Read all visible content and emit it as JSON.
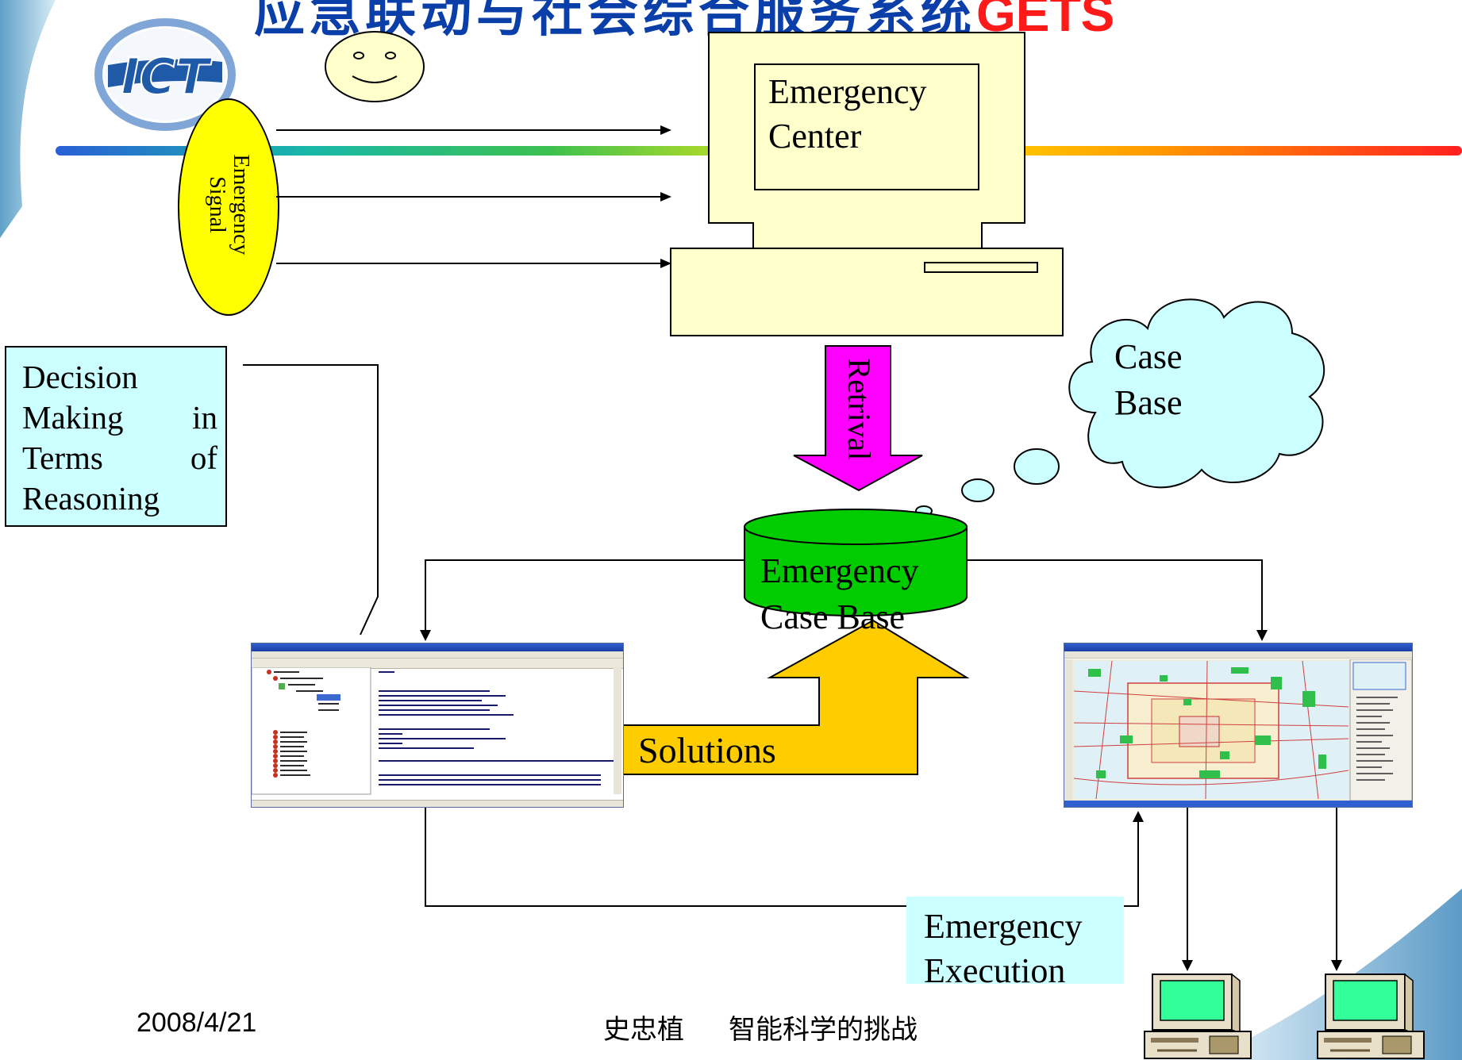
{
  "title": {
    "text": "应急联动与社会综合服务系统",
    "accent": "GETS"
  },
  "logo": {
    "text": "ICT"
  },
  "emergency_signal": "Emergency Signal",
  "emergency_center": {
    "line1": "Emergency",
    "line2": "Center"
  },
  "case_base": {
    "line1": "Case",
    "line2": "Base"
  },
  "retrival": "Retrival",
  "decision_making": {
    "line1": "Decision",
    "line2a": "Making",
    "line2b": "in",
    "line3a": "Terms",
    "line3b": "of",
    "line4": "Reasoning"
  },
  "emergency_case_base": {
    "line1": "Emergency",
    "line2": "Case Base"
  },
  "solutions": "Solutions",
  "emergency_execution": {
    "line1": "Emergency",
    "line2": "Execution"
  },
  "footer": {
    "date": "2008/4/21",
    "author": "史忠植",
    "topic": "智能科学的挑战"
  },
  "colors": {
    "title": "#0a3ea8",
    "title_accent": "#ff1a1a",
    "signal": "#ffff00",
    "computer": "#ffffcc",
    "cloud": "#ccffff",
    "box": "#ccffff",
    "retrival_arrow": "#ff00ff",
    "cylinder": "#00cc00",
    "solutions_arrow": "#ffcc00",
    "monitor_screen": "#33ff99"
  }
}
